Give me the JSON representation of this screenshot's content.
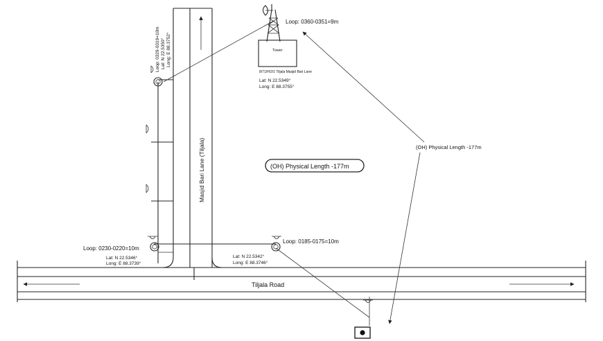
{
  "roads": {
    "main_road_label": "Tiljala Road",
    "lane_label": "Masjid Bari Lane (Tiljala)"
  },
  "tower": {
    "box_label": "Tower",
    "site_label": "8/71/H/2/1 Tiljala Masjid Bari Lane",
    "lat": "Lat: N 22.5349°",
    "long": "Long: E 88.3755°",
    "loop": "Loop: 0360-0351=9m"
  },
  "loops": {
    "top_left": {
      "loop": "Loop: 0329-0319=10m",
      "lat": "Lat: N 22.5350°",
      "long": "Long: E 88.3752°"
    },
    "bottom_left": {
      "loop": "Loop: 0230-0220=10m",
      "lat": "Lat: N 22.5346°",
      "long": "Long: E 88.3739°"
    },
    "bottom_mid": {
      "loop": "Loop: 0185-0175=10m",
      "lat": "Lat: N 22.5342°",
      "long": "Long: E 88.3746°"
    }
  },
  "physical_length_box": "(OH) Physical Length -177m",
  "physical_length_note": "(OH) Physical Length -177m"
}
